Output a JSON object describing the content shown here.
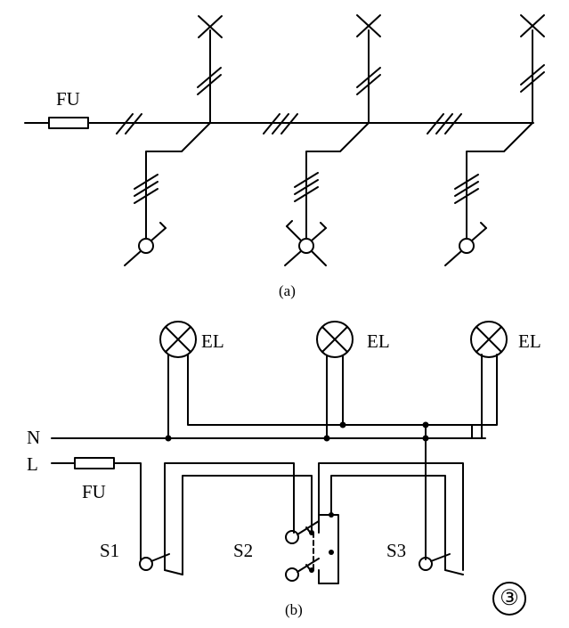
{
  "diagram_a": {
    "fuse_label": "FU",
    "caption": "(a)"
  },
  "diagram_b": {
    "lamps": [
      {
        "label": "EL"
      },
      {
        "label": "EL"
      },
      {
        "label": "EL"
      }
    ],
    "neutral_label": "N",
    "line_label": "L",
    "fuse_label": "FU",
    "switches": [
      {
        "label": "S1"
      },
      {
        "label": "S2"
      },
      {
        "label": "S3"
      }
    ],
    "caption": "(b)"
  },
  "figure_number": "③"
}
